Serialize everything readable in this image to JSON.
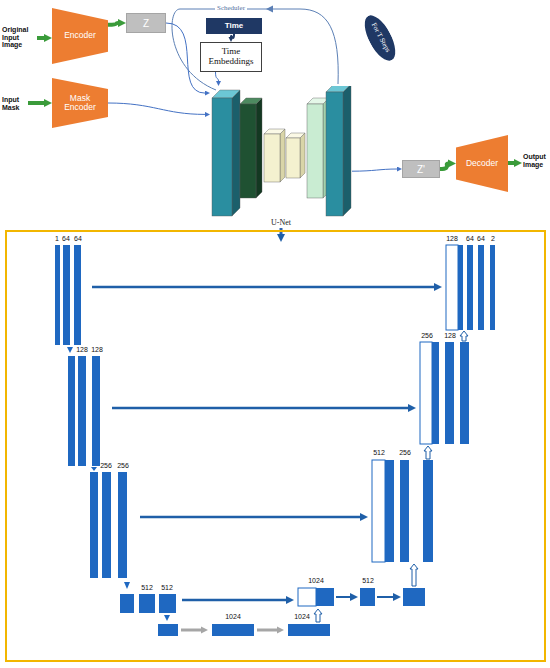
{
  "diagram": {
    "nodes": [
      {
        "text": [
          "Encoder"
        ]
      },
      {
        "text": [
          "Z"
        ]
      },
      {
        "text": [
          "Mask Encoder"
        ]
      },
      {
        "text": [
          "Time"
        ]
      },
      {
        "text": [
          "Time Embeddings"
        ]
      },
      {
        "text": [
          "For T Steps"
        ]
      },
      {
        "text": [
          "U-Net"
        ]
      },
      {
        "text": [
          "Z'"
        ]
      },
      {
        "text": [
          "Decoder"
        ]
      }
    ],
    "edges": [
      {
        "from": 0,
        "to": 1,
        "arrow": "to"
      },
      {
        "from": 1,
        "to": 6,
        "arrow": "to"
      },
      {
        "from": 2,
        "to": 6,
        "arrow": "to"
      },
      {
        "from": 3,
        "to": 4,
        "arrow": "to"
      },
      {
        "from": 4,
        "to": 6,
        "arrow": "to"
      },
      {
        "from": 6,
        "to": 7,
        "arrow": "to"
      },
      {
        "from": 7,
        "to": 8,
        "arrow": "to"
      }
    ],
    "labels": [
      "Original Input Image",
      "Input Mask",
      "Scheduler",
      "Output Image",
      "1",
      "64",
      "64",
      "128",
      "128",
      "256",
      "256",
      "512",
      "512",
      "1024",
      "1024",
      "1024",
      "512",
      "512",
      "256",
      "256",
      "128",
      "128",
      "64",
      "64",
      "2"
    ]
  }
}
